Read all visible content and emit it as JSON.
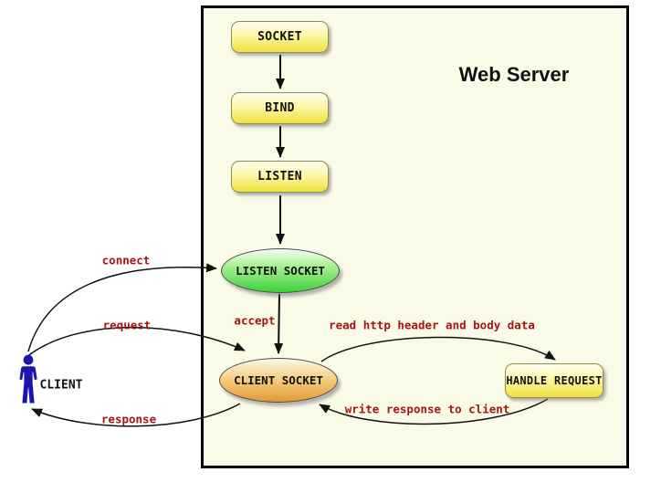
{
  "server": {
    "title": "Web Server"
  },
  "nodes": {
    "socket": {
      "label": "SOCKET"
    },
    "bind": {
      "label": "BIND"
    },
    "listen": {
      "label": "LISTEN"
    },
    "listen_socket": {
      "label": "LISTEN SOCKET"
    },
    "client_socket": {
      "label": "CLIENT SOCKET"
    },
    "handle_request": {
      "label": "HANDLE REQUEST"
    }
  },
  "actor": {
    "label": "CLIENT"
  },
  "edge_labels": {
    "connect": "connect",
    "request": "request",
    "response": "response",
    "accept": "accept",
    "read": "read http header and body data",
    "write": "write response to client"
  },
  "colors": {
    "server_background": "#fafae9",
    "node_yellow": "#f0e13e",
    "node_green": "#3ed23a",
    "node_orange": "#e29936",
    "edge_label_red": "#a31513",
    "actor_blue": "#1b16ad",
    "border_black": "#000000"
  }
}
